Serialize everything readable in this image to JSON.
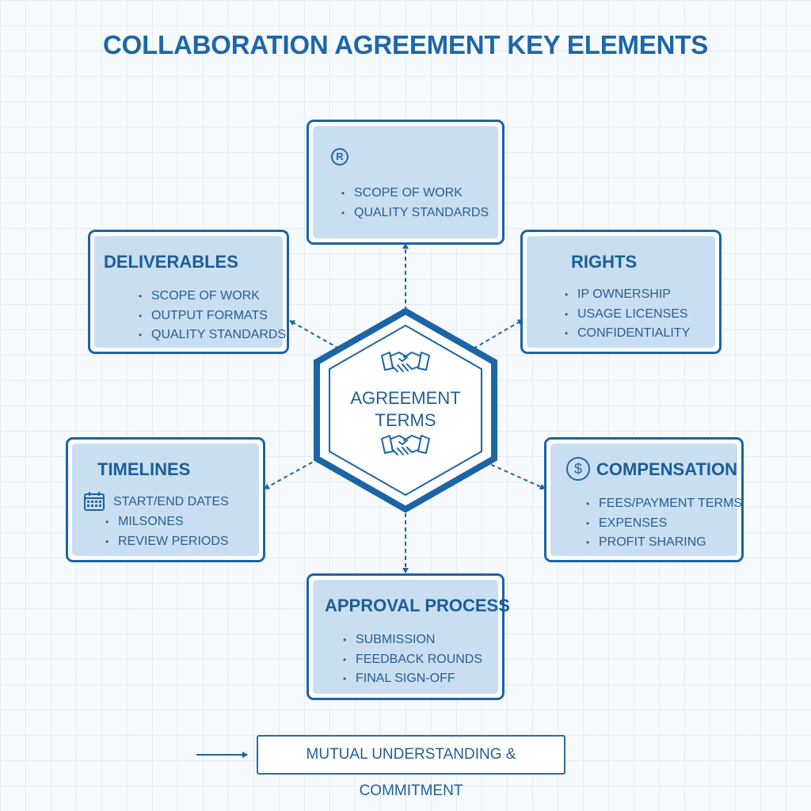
{
  "title": "COLLABORATION AGREEMENT KEY ELEMENTS",
  "center": {
    "line1": "AGREEMENT",
    "line2": "TERMS",
    "icon": "handshake-icon"
  },
  "top_box": {
    "icon": "registered-icon",
    "icon_glyph": "R",
    "items": [
      "SCOPE OF WORK",
      "QUALITY STANDARDS"
    ]
  },
  "deliverables": {
    "title": "DELIVERABLES",
    "items": [
      "SCOPE OF WORK",
      "OUTPUT FORMATS",
      "QUALITY STANDARDS"
    ]
  },
  "rights": {
    "title": "RIGHTS",
    "items": [
      "IP OWNERSHIP",
      "USAGE LICENSES",
      "CONFIDENTIALITY"
    ]
  },
  "timelines": {
    "title": "TIMELINES",
    "items": [
      "START/END DATES",
      "MILSONES",
      "REVIEW PERIODS"
    ],
    "first_item_icon": "calendar-icon"
  },
  "compensation": {
    "title": "COMPENSATION",
    "icon": "dollar-icon",
    "icon_glyph": "$",
    "items": [
      "FEES/PAYMENT TERMS",
      "EXPENSES",
      "PROFIT SHARING"
    ]
  },
  "approval": {
    "title": "APPROVAL PROCESS",
    "items": [
      "SUBMISSION",
      "FEEDBACK ROUNDS",
      "FINAL SIGN-OFF"
    ]
  },
  "footer": {
    "label": "MUTUAL UNDERSTANDING & COMMITMENT"
  },
  "colors": {
    "primary": "#1b64a6",
    "box_fill": "#c9dff1",
    "text": "#1f5f99",
    "background": "#f7fafd"
  }
}
